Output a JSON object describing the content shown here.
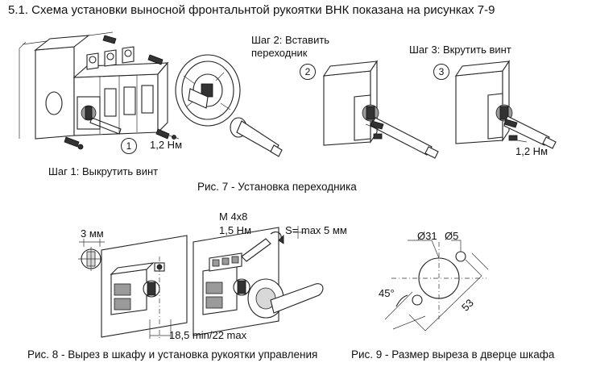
{
  "heading": "5.1. Схема установки выносной фронтальнтой рукоятки ВНК показана на рисунках 7-9",
  "fig7": {
    "caption": "Рис. 7 - Установка переходника",
    "step1": {
      "number": "1",
      "label": "Шаг 1:  Выкрутить винт",
      "torque": "1,2 Нм"
    },
    "step2": {
      "number": "2",
      "label_line1": "Шаг 2:  Вставить",
      "label_line2": "переходник"
    },
    "step3": {
      "number": "3",
      "label": "Шаг 3:  Вкрутить винт",
      "torque": "1,2 Нм"
    }
  },
  "fig8": {
    "caption": "Рис. 8 - Вырез в шкафу и установка рукоятки управления",
    "dim_3mm": "3 мм",
    "screw": "М 4х8",
    "torque": "1,5 Нм",
    "thickness": "S= max 5 мм",
    "distance": "18,5 min/22 max"
  },
  "fig9": {
    "caption": "Рис. 9 - Размер выреза в дверце шкафа",
    "dia_large": "Ø31",
    "dia_small": "Ø5",
    "angle": "45°",
    "dist": "53"
  }
}
